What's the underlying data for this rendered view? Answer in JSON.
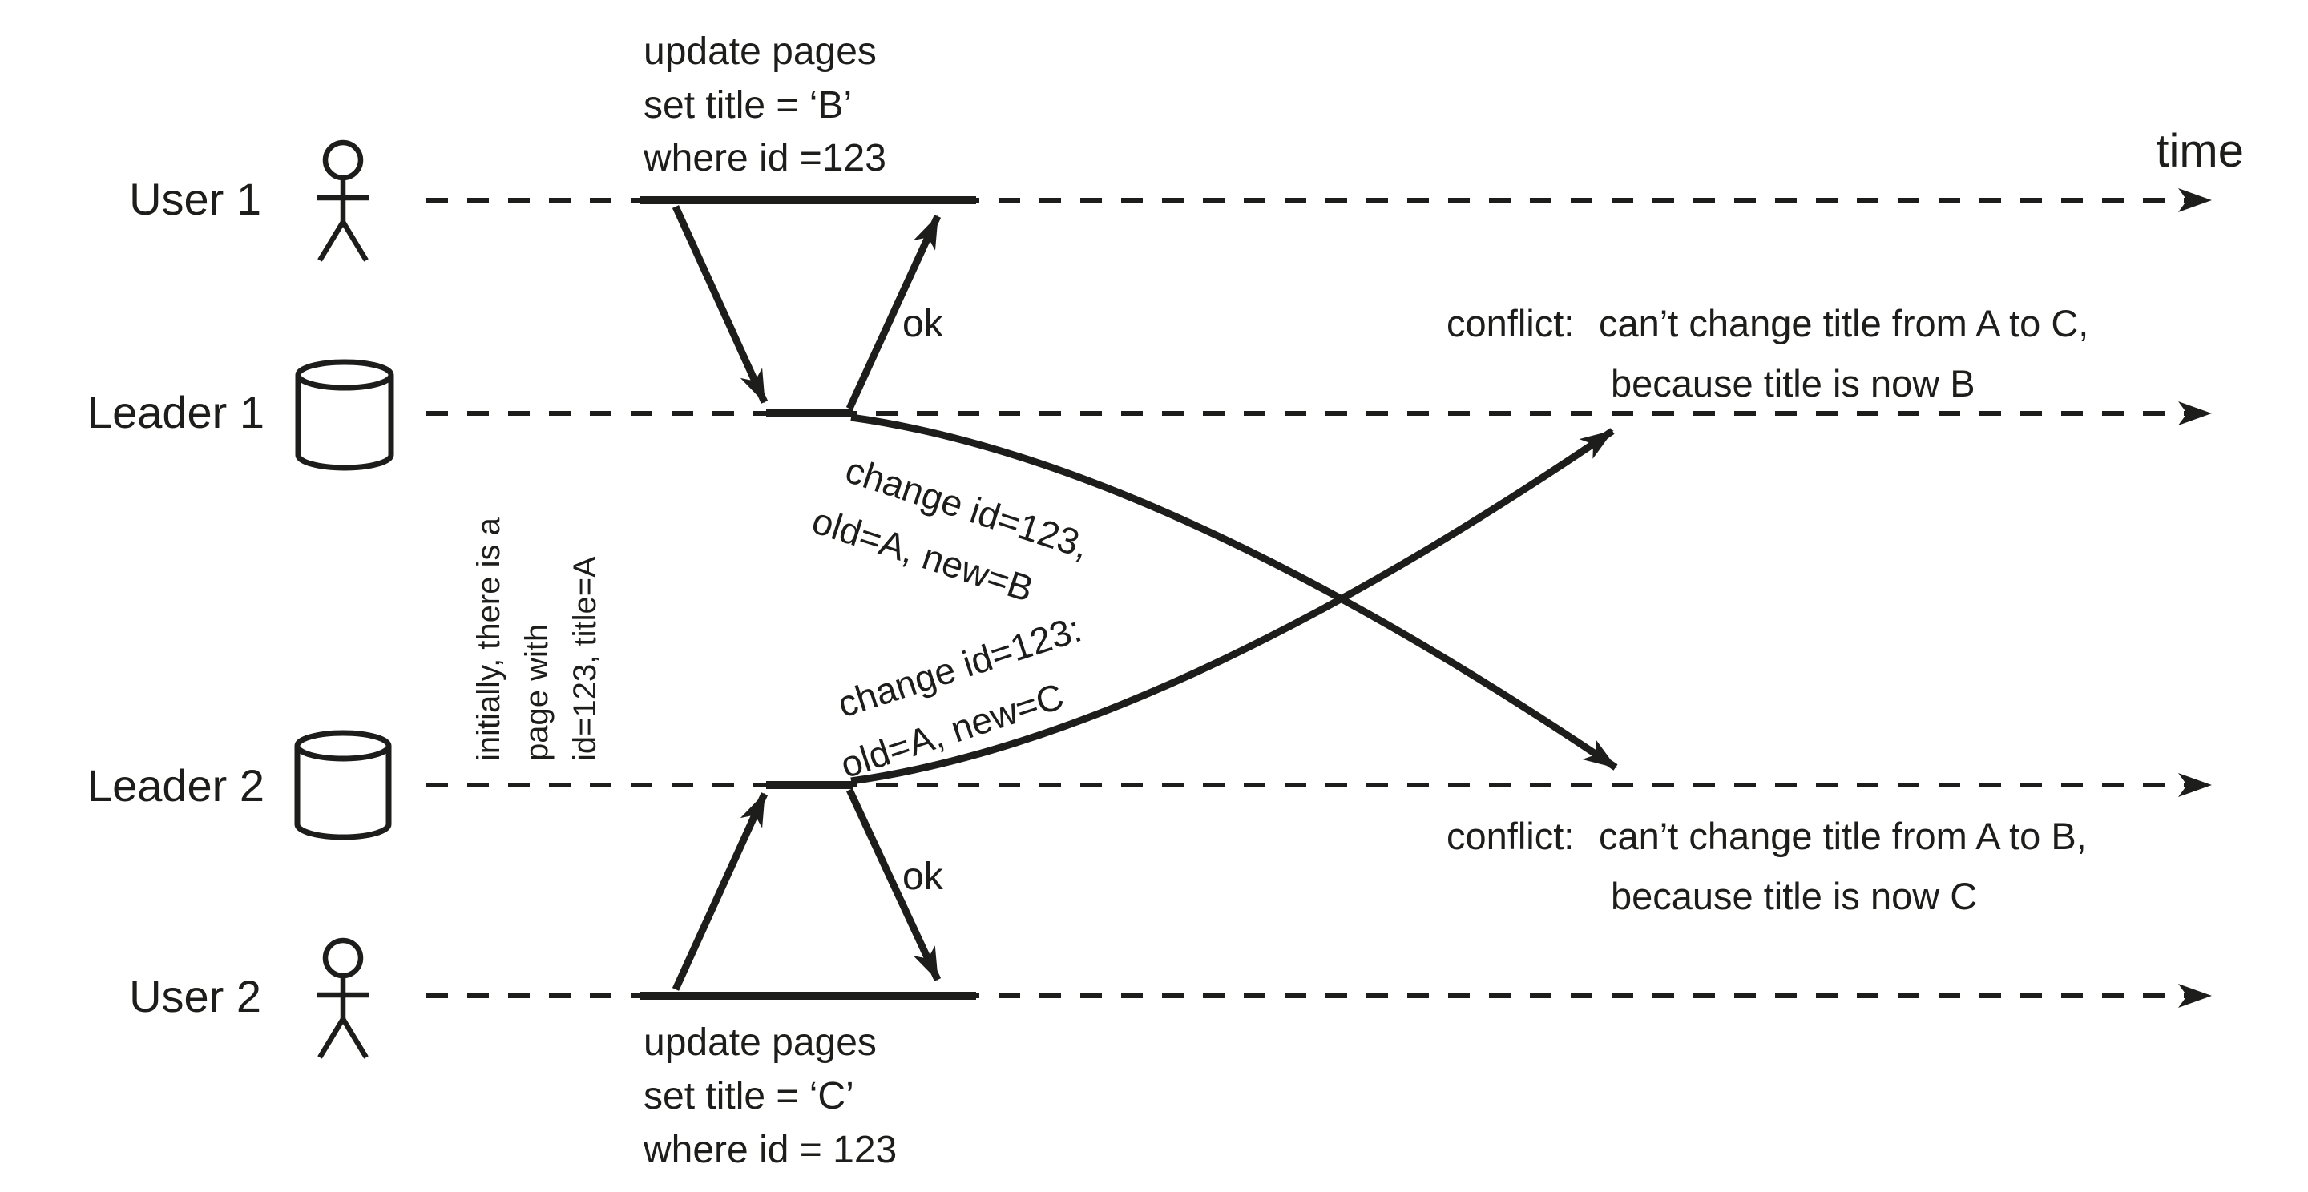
{
  "canvas": {
    "ink": "#1d1d1b",
    "background": "#ffffff"
  },
  "time_axis": {
    "label": "time"
  },
  "lanes": {
    "user1": {
      "label": "User 1",
      "icon": "person"
    },
    "leader1": {
      "label": "Leader 1",
      "icon": "database"
    },
    "leader2": {
      "label": "Leader 2",
      "icon": "database"
    },
    "user2": {
      "label": "User 2",
      "icon": "person"
    }
  },
  "annotations": {
    "initial_state": {
      "line1": "initially, there is a",
      "line2": "page with",
      "line3": "id=123, title=A"
    }
  },
  "requests": {
    "user1_update": {
      "line1": "update pages",
      "line2": "set title = ‘B’",
      "line3": "where id =123"
    },
    "user2_update": {
      "line1": "update pages",
      "line2": "set title = ‘C’",
      "line3": "where id = 123"
    },
    "ok_user1": "ok",
    "ok_user2": "ok"
  },
  "replication": {
    "leader1_to_leader2": {
      "line1": "change id=123,",
      "line2": "old=A, new=B"
    },
    "leader2_to_leader1": {
      "line1": "change id=123:",
      "line2": "old=A, new=C"
    }
  },
  "conflicts": {
    "leader1": {
      "prefix": "conflict:",
      "line1": "can’t change title from A to C,",
      "line2": "because title is now B"
    },
    "leader2": {
      "prefix": "conflict:",
      "line1": "can’t change title from A to B,",
      "line2": "because title is now C"
    }
  }
}
